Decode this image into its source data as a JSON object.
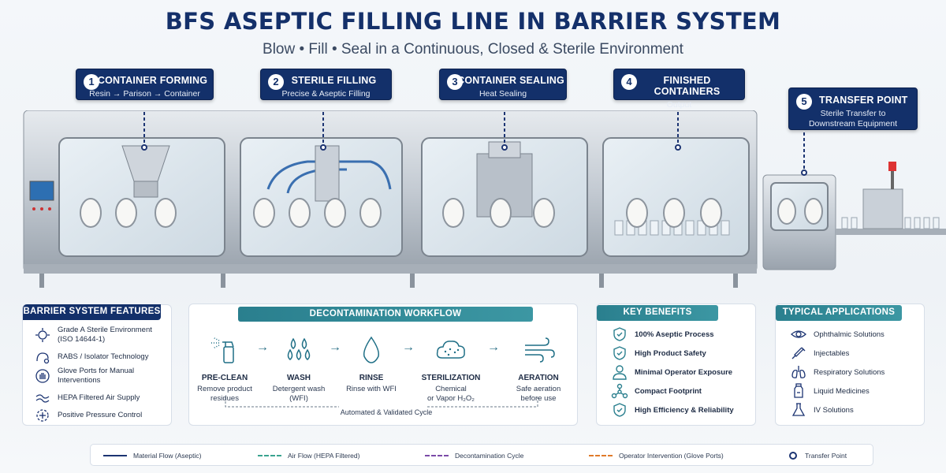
{
  "title": "BFS ASEPTIC FILLING LINE IN BARRIER SYSTEM",
  "subtitle": "Blow • Fill • Seal in a Continuous, Closed & Sterile Environment",
  "stages": [
    {
      "num": "1",
      "title": "CONTAINER FORMING",
      "subtitle": "Resin → Parison → Container"
    },
    {
      "num": "2",
      "title": "STERILE FILLING",
      "subtitle": "Precise & Aseptic Filling"
    },
    {
      "num": "3",
      "title": "CONTAINER SEALING",
      "subtitle": "Heat Sealing"
    },
    {
      "num": "4",
      "title": "FINISHED CONTAINERS",
      "subtitle": "Output"
    },
    {
      "num": "5",
      "title": "TRANSFER POINT",
      "subtitle_line1": "Sterile Transfer to",
      "subtitle_line2": "Downstream Equipment"
    }
  ],
  "features": {
    "heading": "BARRIER SYSTEM FEATURES",
    "items": [
      {
        "line1": "Grade A Sterile Environment",
        "line2": "(ISO 14644-1)",
        "icon": "sterile-shield-icon"
      },
      {
        "line1": "RABS / Isolator Technology",
        "line2": "",
        "icon": "isolator-icon"
      },
      {
        "line1": "Glove Ports for Manual",
        "line2": "Interventions",
        "icon": "glove-icon"
      },
      {
        "line1": "HEPA Filtered Air Supply",
        "line2": "",
        "icon": "hepa-filter-icon"
      },
      {
        "line1": "Positive Pressure Control",
        "line2": "",
        "icon": "pressure-icon"
      }
    ]
  },
  "workflow": {
    "heading": "DECONTAMINATION WORKFLOW",
    "steps": [
      {
        "name": "PRE-CLEAN",
        "line1": "Remove product",
        "line2": "residues",
        "icon": "spray-bottle-icon"
      },
      {
        "name": "WASH",
        "line1": "Detergent wash",
        "line2": "(WFI)",
        "icon": "droplets-icon"
      },
      {
        "name": "RINSE",
        "line1": "Rinse with WFI",
        "line2": "",
        "icon": "droplet-icon"
      },
      {
        "name": "STERILIZATION",
        "line1": "Chemical",
        "line2": "or Vapor H₂O₂",
        "icon": "vapor-cloud-icon"
      },
      {
        "name": "AERATION",
        "line1": "Safe aeration",
        "line2": "before use",
        "icon": "wind-icon"
      }
    ],
    "cycle_label": "Automated & Validated Cycle"
  },
  "benefits": {
    "heading": "KEY BENEFITS",
    "items": [
      {
        "label": "100% Aseptic Process",
        "icon": "shield-check-icon"
      },
      {
        "label": "High Product Safety",
        "icon": "shield-check-icon"
      },
      {
        "label": "Minimal Operator Exposure",
        "icon": "person-icon"
      },
      {
        "label": "Compact Footprint",
        "icon": "network-icon"
      },
      {
        "label": "High Efficiency & Reliability",
        "icon": "shield-check-icon"
      }
    ]
  },
  "applications": {
    "heading": "TYPICAL APPLICATIONS",
    "items": [
      {
        "label": "Ophthalmic Solutions",
        "icon": "eye-icon"
      },
      {
        "label": "Injectables",
        "icon": "syringe-icon"
      },
      {
        "label": "Respiratory Solutions",
        "icon": "lungs-icon"
      },
      {
        "label": "Liquid Medicines",
        "icon": "bottle-icon"
      },
      {
        "label": "IV Solutions",
        "icon": "flask-icon"
      }
    ]
  },
  "legend": [
    {
      "label": "Material Flow (Aseptic)",
      "style": "solid",
      "color": "#1c3472"
    },
    {
      "label": "Air Flow (HEPA Filtered)",
      "style": "dashed",
      "color": "#3aa390"
    },
    {
      "label": "Decontamination Cycle",
      "style": "dashed",
      "color": "#7a4aa8"
    },
    {
      "label": "Operator Intervention (Glove Ports)",
      "style": "dashed",
      "color": "#e07a2a"
    },
    {
      "label": "Transfer Point",
      "style": "circle",
      "color": "#1c3472"
    }
  ],
  "colors": {
    "navy": "#13306a",
    "teal": "#2a7f8e",
    "steel": "#c9d0d8"
  }
}
